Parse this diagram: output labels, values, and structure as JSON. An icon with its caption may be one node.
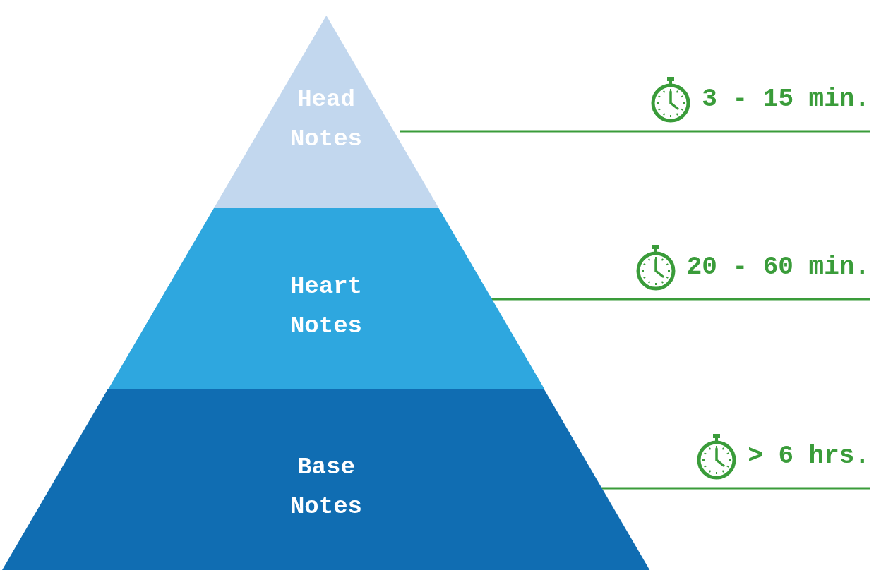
{
  "diagram": {
    "nodes": [
      {
        "text": [
          "Head Notes"
        ]
      },
      {
        "text": [
          "Heart Notes"
        ]
      },
      {
        "text": [
          "Base Notes"
        ]
      }
    ],
    "labels": [
      "3 - 15 min.",
      "20 - 60 min.",
      "> 6 hrs."
    ]
  }
}
